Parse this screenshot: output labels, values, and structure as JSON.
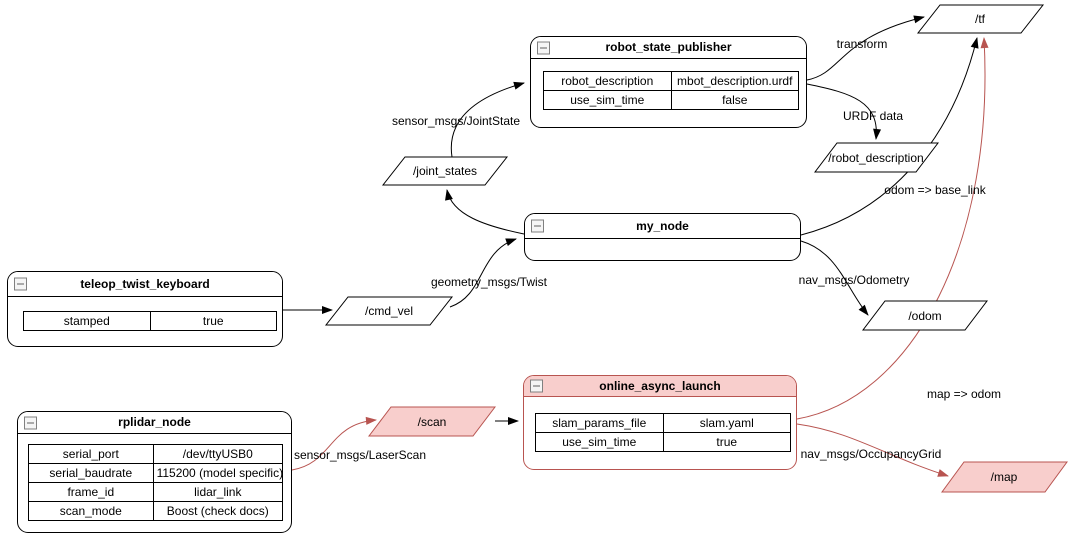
{
  "diagram": {
    "background": "#ffffff",
    "colors": {
      "node_stroke": "#000000",
      "highlight_fill": "#f8cecc",
      "highlight_stroke": "#b85450"
    },
    "nodes": {
      "robot_state_publisher": {
        "title": "robot_state_publisher",
        "params": [
          {
            "key": "robot_description",
            "value": "mbot_description.urdf"
          },
          {
            "key": "use_sim_time",
            "value": "false"
          }
        ]
      },
      "my_node": {
        "title": "my_node",
        "params": []
      },
      "teleop_twist_keyboard": {
        "title": "teleop_twist_keyboard",
        "params": [
          {
            "key": "stamped",
            "value": "true"
          }
        ]
      },
      "rplidar_node": {
        "title": "rplidar_node",
        "params": [
          {
            "key": "serial_port",
            "value": "/dev/ttyUSB0"
          },
          {
            "key": "serial_baudrate",
            "value": "115200 (model specific)"
          },
          {
            "key": "frame_id",
            "value": "lidar_link"
          },
          {
            "key": "scan_mode",
            "value": "Boost (check docs)"
          }
        ]
      },
      "online_async_launch": {
        "title": "online_async_launch",
        "params": [
          {
            "key": "slam_params_file",
            "value": "slam.yaml"
          },
          {
            "key": "use_sim_time",
            "value": "true"
          }
        ]
      }
    },
    "topics": {
      "tf": "/tf",
      "joint_states": "/joint_states",
      "robot_description": "/robot_description",
      "cmd_vel": "/cmd_vel",
      "odom": "/odom",
      "scan": "/scan",
      "map": "/map"
    },
    "edge_labels": {
      "transform": "transform",
      "joint_state": "sensor_msgs/JointState",
      "urdf_data": "URDF data",
      "odom_base_link": "odom => base_link",
      "twist": "geometry_msgs/Twist",
      "odometry": "nav_msgs/Odometry",
      "laser_scan": "sensor_msgs/LaserScan",
      "map_odom": "map => odom",
      "occupancy_grid": "nav_msgs/OccupancyGrid"
    }
  }
}
